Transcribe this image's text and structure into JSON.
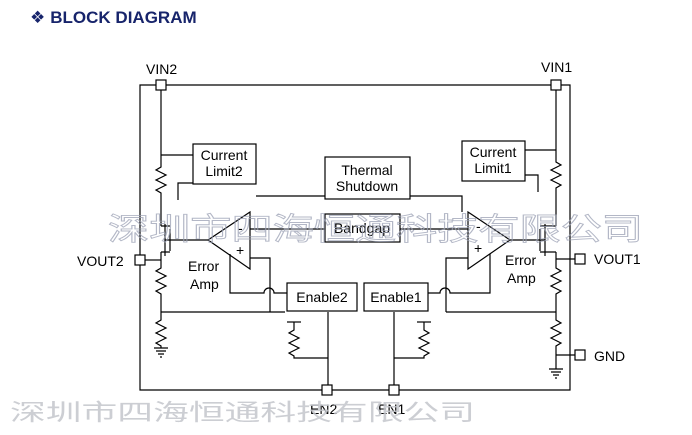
{
  "title": {
    "bullet": "❖",
    "text": "BLOCK DIAGRAM"
  },
  "pins": {
    "vin2": "VIN2",
    "vin1": "VIN1",
    "vout2": "VOUT2",
    "vout1": "VOUT1",
    "gnd": "GND",
    "en2": "EN2",
    "en1": "EN1"
  },
  "blocks": {
    "current_limit2": [
      "Current",
      "Limit2"
    ],
    "current_limit1": [
      "Current",
      "Limit1"
    ],
    "thermal_shutdown": [
      "Thermal",
      "Shutdown"
    ],
    "bandgap": "Bandgap",
    "enable2": "Enable2",
    "enable1": "Enable1",
    "error_amp_left": [
      "Error",
      "Amp"
    ],
    "error_amp_right": [
      "Error",
      "Amp"
    ]
  },
  "amp_signs": {
    "minus": "-",
    "plus": "+"
  },
  "watermark": {
    "mid": "深圳市四海恒通科技有限公司",
    "bottom": "深圳市四海恒通科技有限公司"
  },
  "colors": {
    "title": "#17246b",
    "line": "#000000",
    "watermark": "#9aa0b4"
  }
}
